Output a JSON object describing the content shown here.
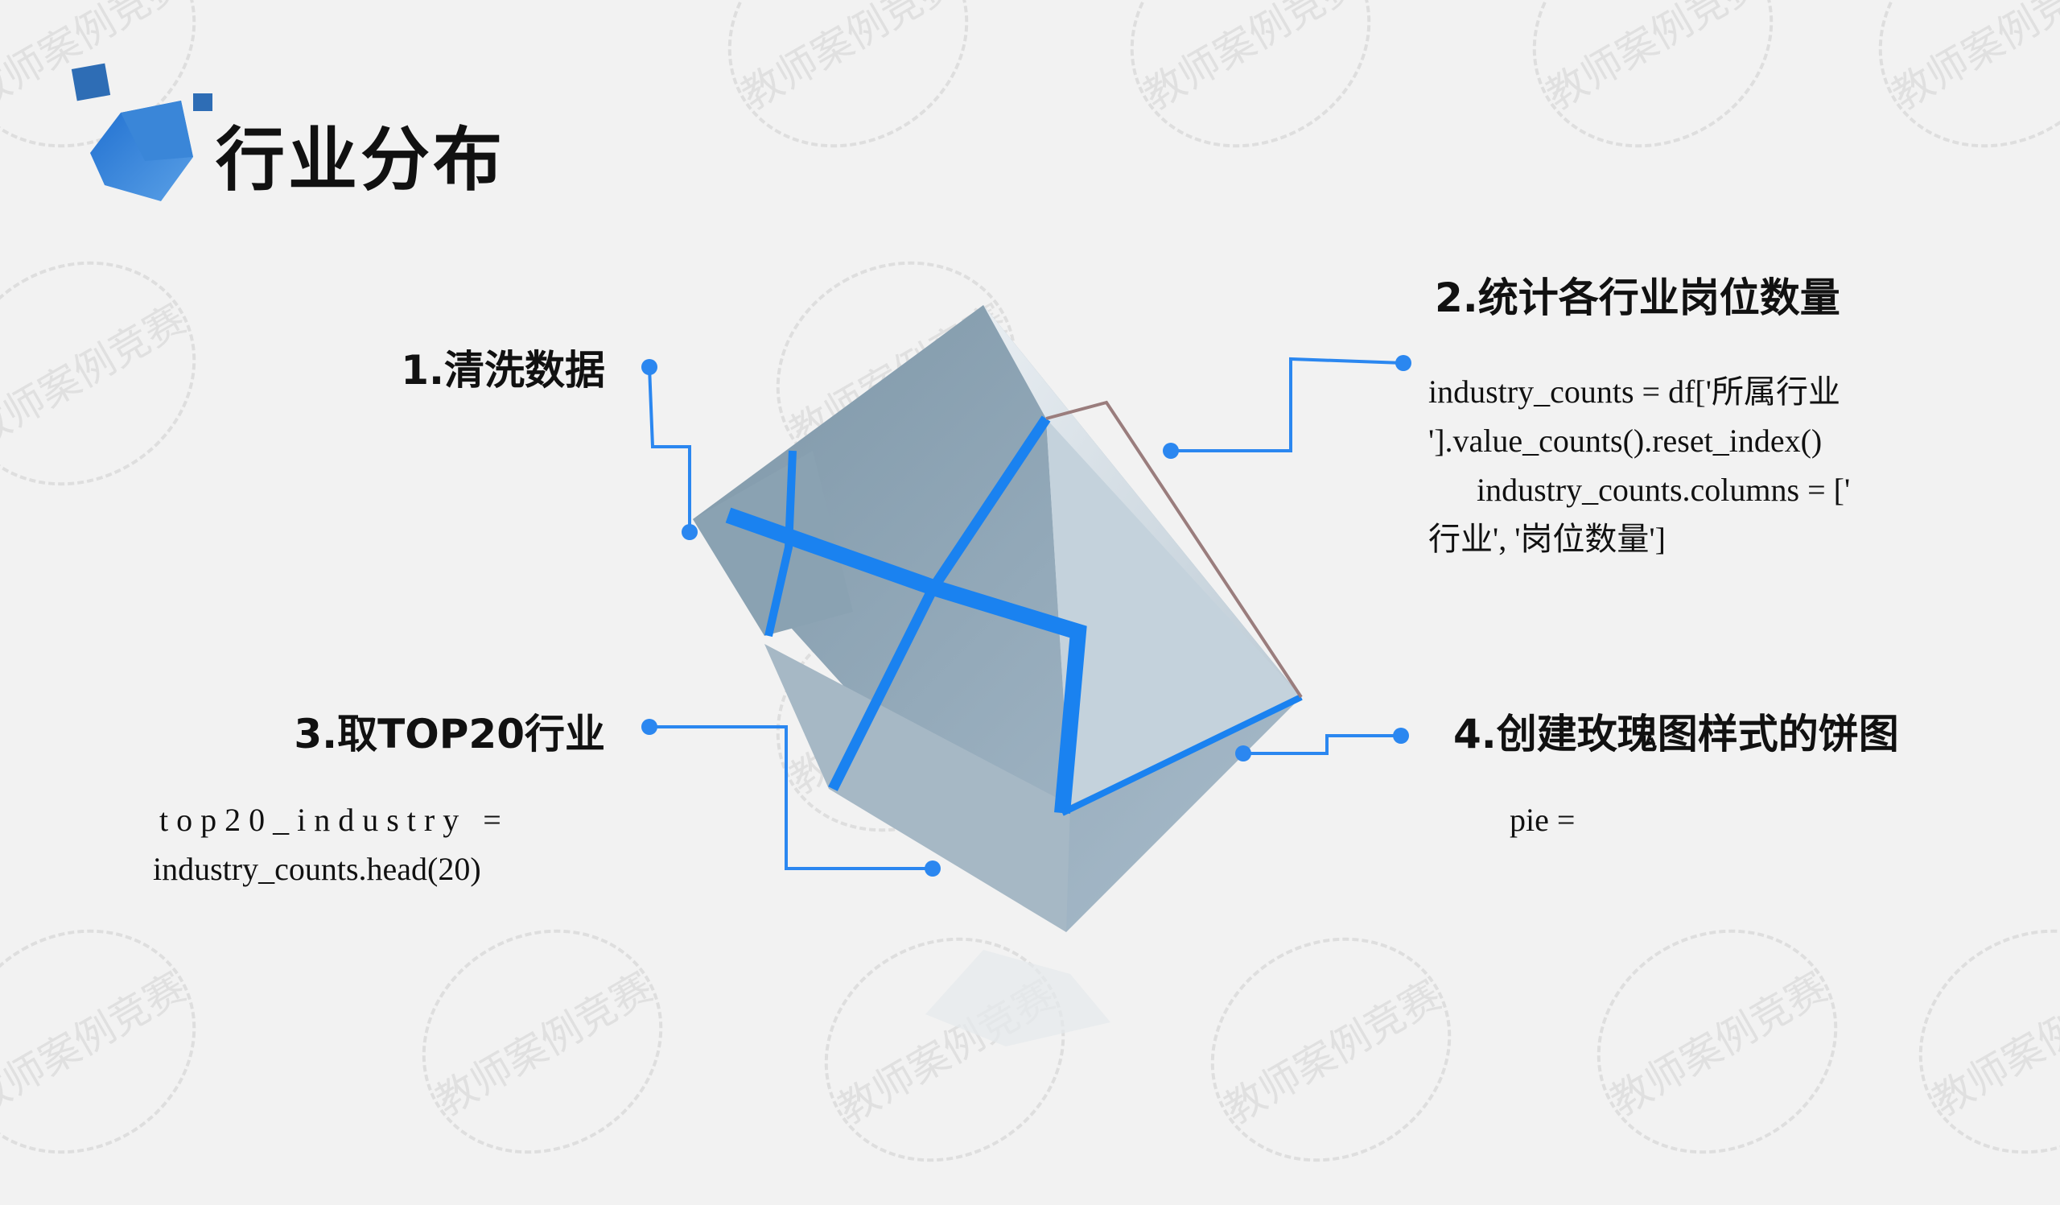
{
  "title": "行业分布",
  "watermark": "教师案例竞赛",
  "steps": [
    {
      "heading": "1.清洗数据"
    },
    {
      "heading": "2.统计各行业岗位数量",
      "code": [
        "industry_counts = df['所属行业",
        "'].value_counts().reset_index()",
        "      industry_counts.columns = ['",
        "行业', '岗位数量']"
      ]
    },
    {
      "heading": "3.取TOP20行业",
      "code": [
        "t o p 2 0 _ i n d u s t r y   =",
        "industry_counts.head(20)"
      ]
    },
    {
      "heading": "4.创建玫瑰图样式的饼图",
      "code": [
        "pie ="
      ]
    }
  ],
  "colors": {
    "accent": "#2b87f0",
    "cube": "#9fb3c2"
  }
}
